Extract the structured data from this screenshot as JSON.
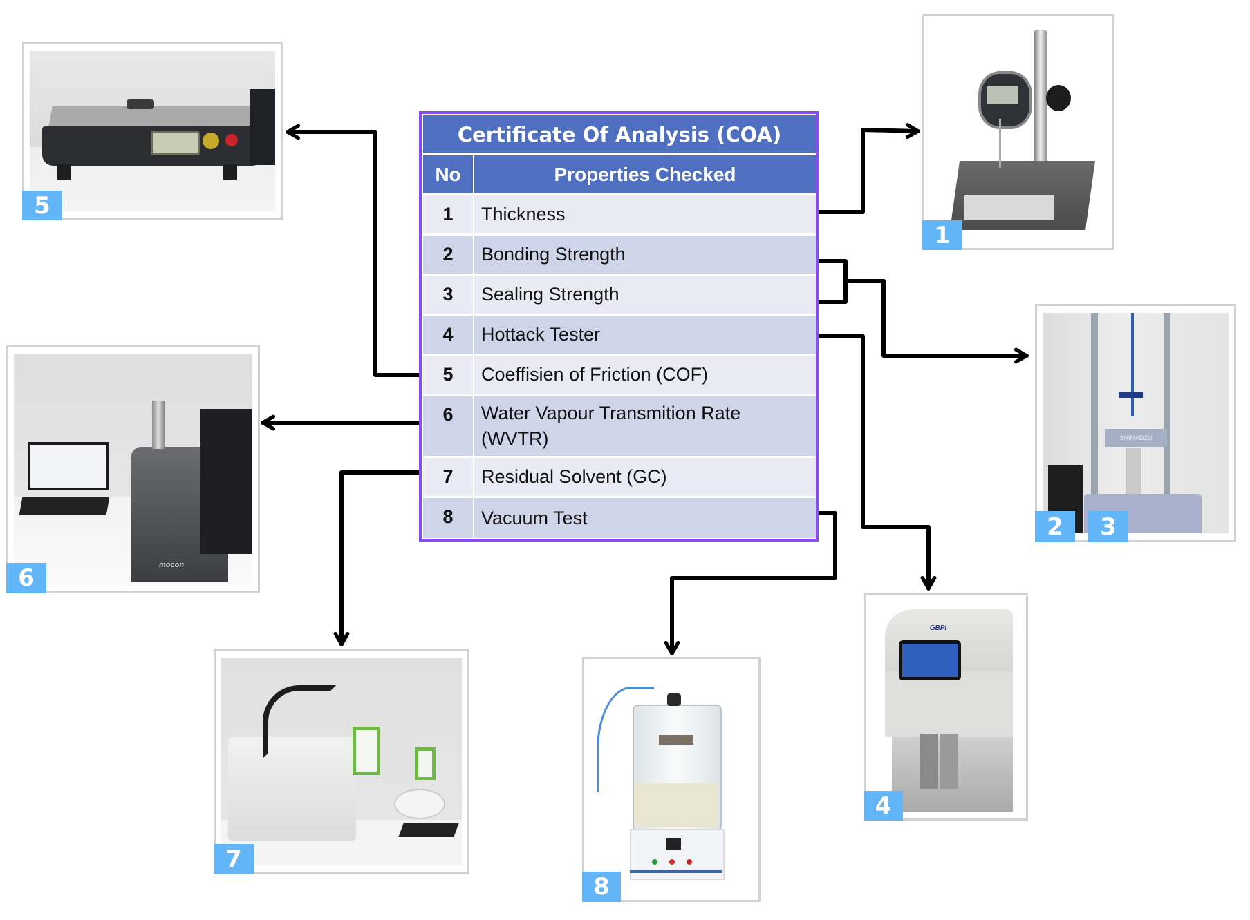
{
  "table": {
    "title": "Certificate Of Analysis (COA)",
    "headers": {
      "no": "No",
      "property": "Properties Checked"
    },
    "rows": [
      {
        "no": "1",
        "property": "Thickness"
      },
      {
        "no": "2",
        "property": "Bonding Strength"
      },
      {
        "no": "3",
        "property": "Sealing Strength"
      },
      {
        "no": "4",
        "property": "Hottack Tester"
      },
      {
        "no": "5",
        "property": "Coeffisien of Friction (COF)"
      },
      {
        "no": "6",
        "property": "Water Vapour Transmition Rate (WVTR)"
      },
      {
        "no": "7",
        "property": "Residual Solvent (GC)"
      },
      {
        "no": "8",
        "property": "Vacuum Test"
      }
    ]
  },
  "photos": [
    {
      "id": "thickness-gauge",
      "badges": [
        "1"
      ],
      "equipment": "digital thickness gauge on granite stand"
    },
    {
      "id": "universal-tester",
      "badges": [
        "2",
        "3"
      ],
      "equipment": "Shimadzu universal tensile tester",
      "brand_text": "SHIMADZU"
    },
    {
      "id": "hottack-tester",
      "badges": [
        "4"
      ],
      "equipment": "hot tack tester",
      "brand_text": "GBPI"
    },
    {
      "id": "cof-tester",
      "badges": [
        "5"
      ],
      "equipment": "coefficient of friction tester"
    },
    {
      "id": "wvtr-tester",
      "badges": [
        "6"
      ],
      "equipment": "WVTR analyzer with computer",
      "brand_text": "mocon"
    },
    {
      "id": "gas-chromatograph",
      "badges": [
        "7"
      ],
      "equipment": "gas chromatograph with autosampler"
    },
    {
      "id": "vacuum-tester",
      "badges": [
        "8"
      ],
      "equipment": "vacuum leak tester"
    }
  ],
  "colors": {
    "badge": "#62b5f7",
    "table_header": "#4f6fc0",
    "table_border": "#8a4cf0",
    "row_light": "#e9eaf4",
    "row_dark": "#cfd5e8"
  }
}
